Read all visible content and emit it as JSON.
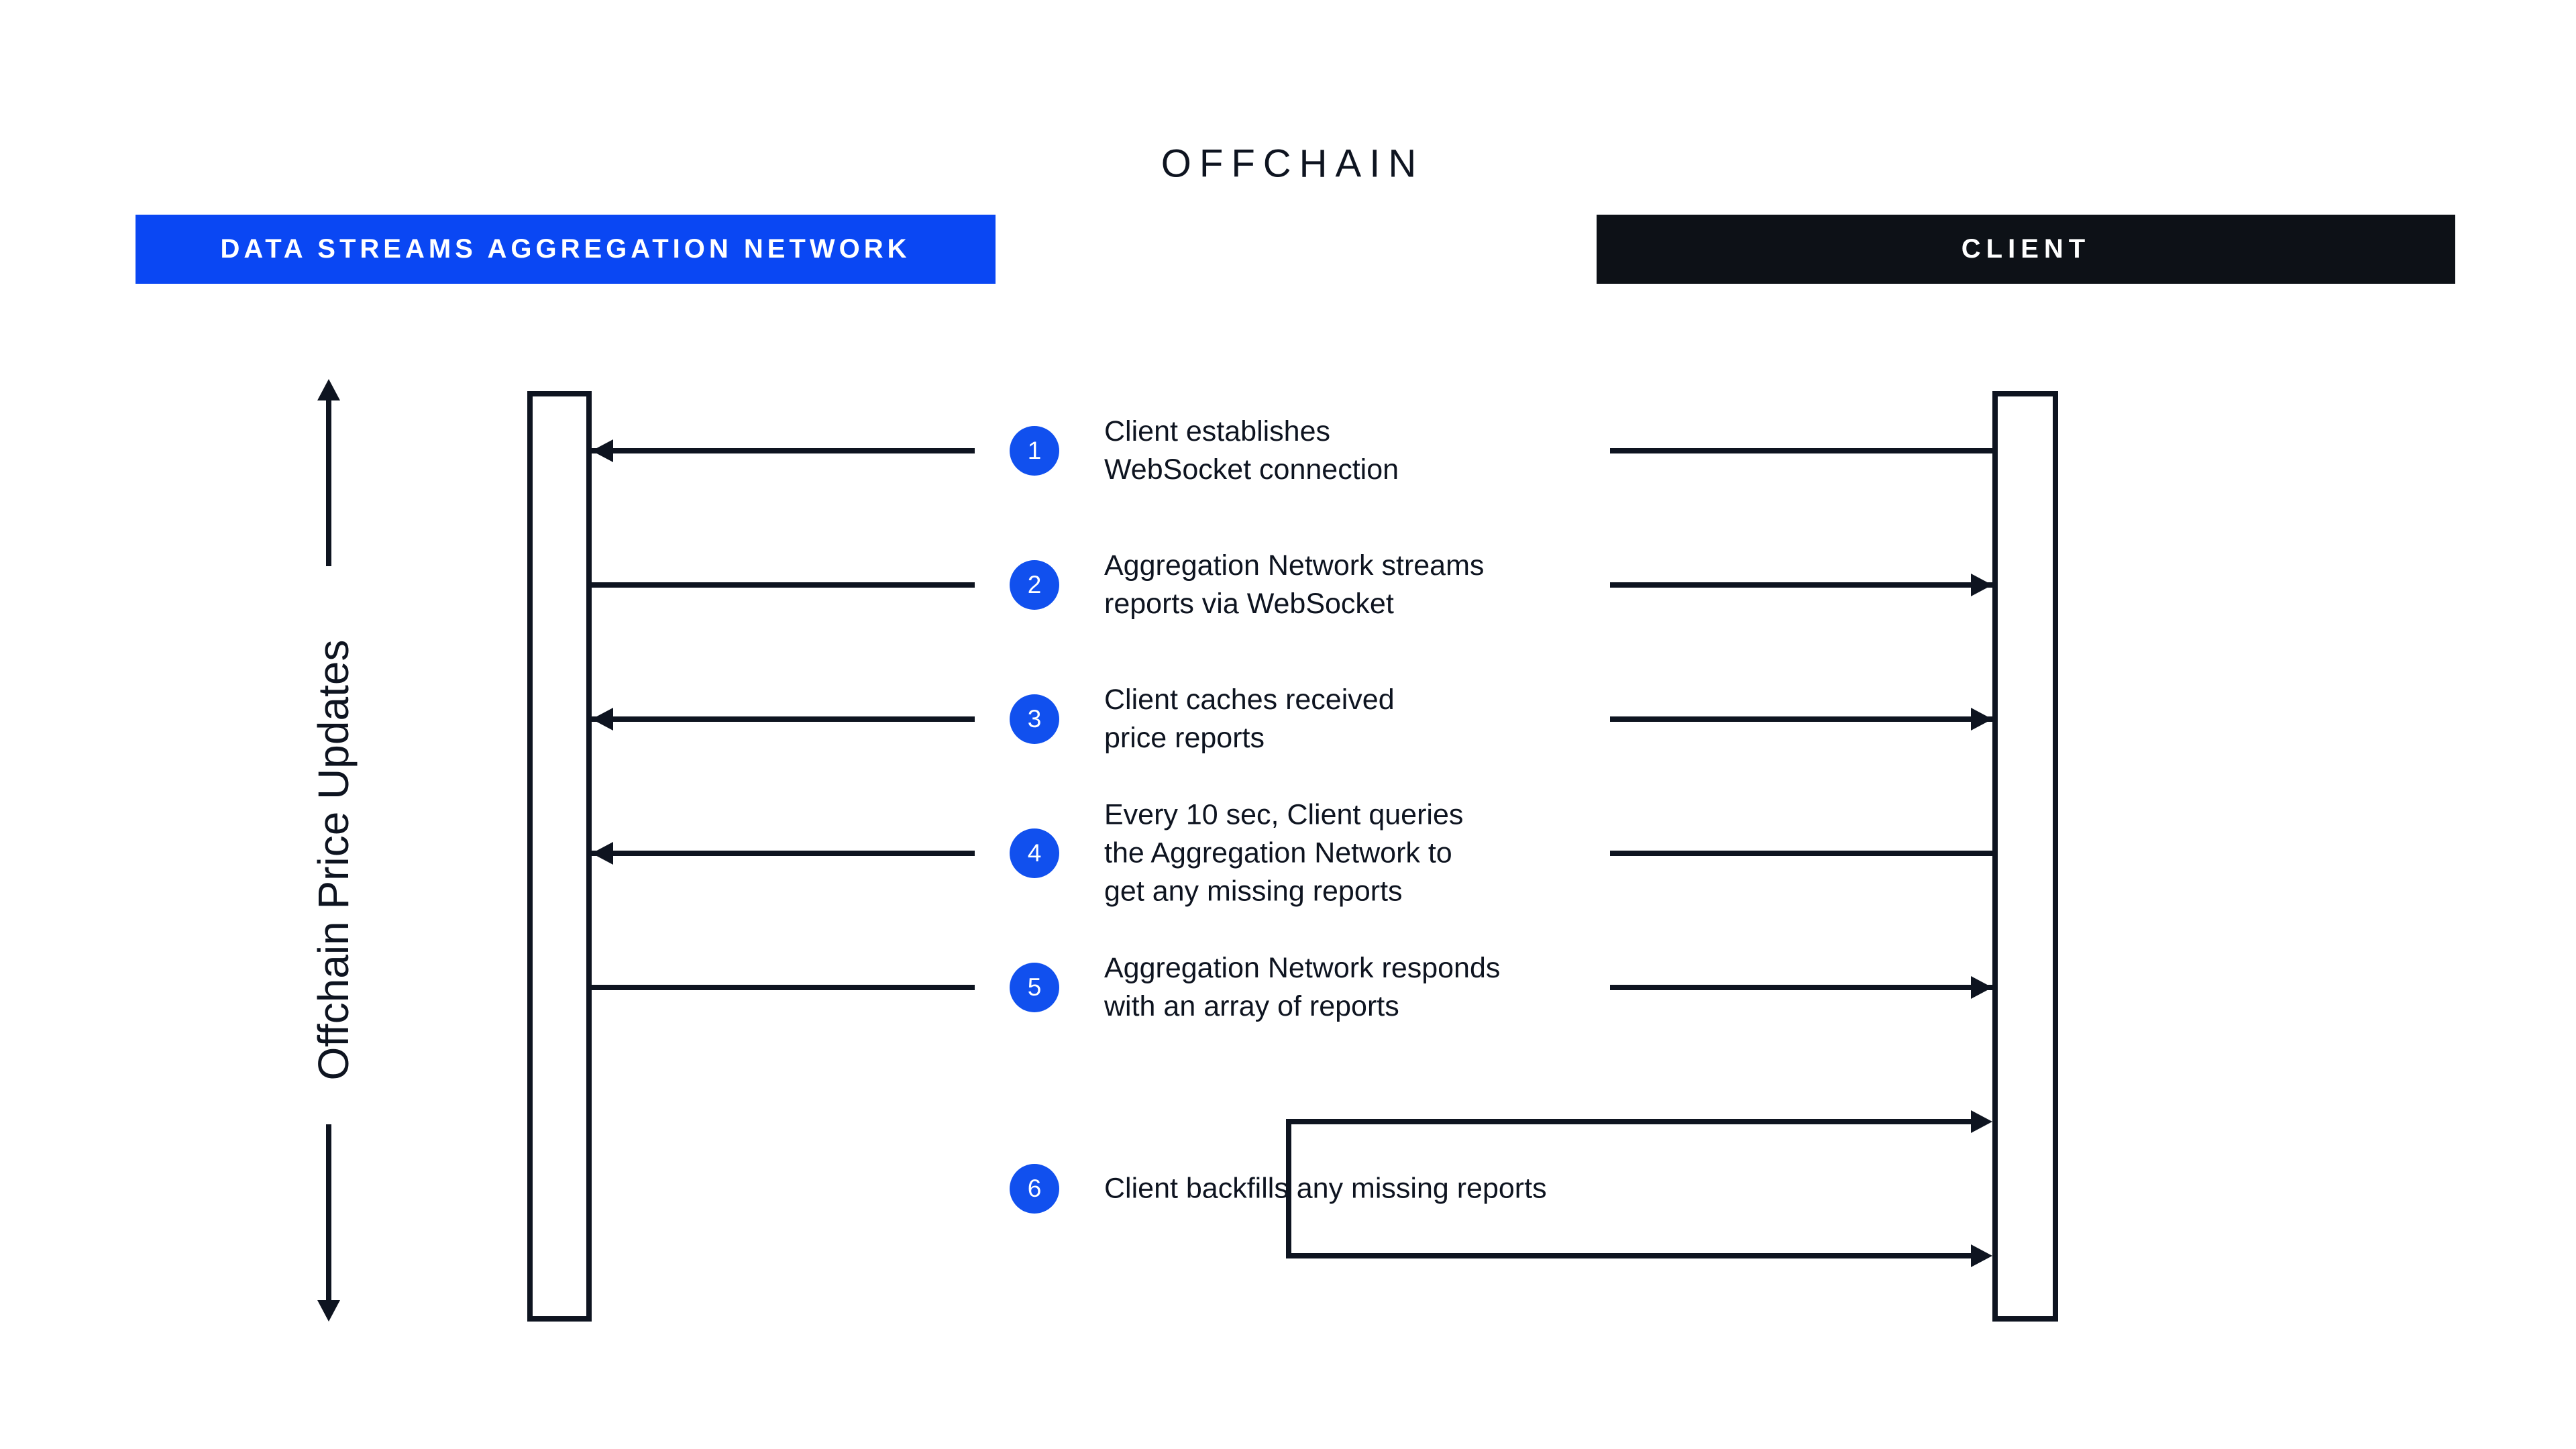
{
  "title": "OFFCHAIN",
  "colors": {
    "accent_blue": "#0A47F3",
    "circle_blue": "#1150EE",
    "ink": "#0E1420",
    "client_bar": "#0D1117"
  },
  "actors": {
    "network": {
      "label": "DATA STREAMS AGGREGATION NETWORK"
    },
    "client": {
      "label": "CLIENT"
    }
  },
  "axis": {
    "label": "Offchain Price Updates"
  },
  "steps": [
    {
      "num": "1",
      "text": "Client establishes\nWebSocket connection"
    },
    {
      "num": "2",
      "text": "Aggregation Network streams\nreports via WebSocket"
    },
    {
      "num": "3",
      "text": "Client caches received\nprice reports"
    },
    {
      "num": "4",
      "text": "Every 10 sec, Client queries\nthe Aggregation Network to\nget any missing reports"
    },
    {
      "num": "5",
      "text": "Aggregation Network responds\nwith an array of reports"
    },
    {
      "num": "6",
      "text": "Client backfills any missing reports"
    }
  ]
}
